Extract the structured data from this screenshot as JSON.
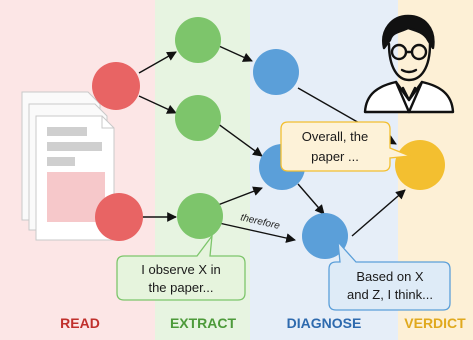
{
  "columns": [
    {
      "id": "read",
      "label": "READ",
      "bg": "#fce6e6",
      "text": "#c0302c"
    },
    {
      "id": "extract",
      "label": "EXTRACT",
      "bg": "#e7f4e1",
      "text": "#4d9a3a"
    },
    {
      "id": "diagnose",
      "label": "DIAGNOSE",
      "bg": "#e6eef8",
      "text": "#2e6aae"
    },
    {
      "id": "verdict",
      "label": "VERDICT",
      "bg": "#fdf0d6",
      "text": "#e0a91e"
    }
  ],
  "colors": {
    "read_node": "#e86464",
    "extract_node": "#7dc56b",
    "diagnose_node": "#5b9fd9",
    "verdict_node": "#f3bf30",
    "bubble_extract_fill": "#e6f4dd",
    "bubble_extract_stroke": "#7dc56b",
    "bubble_diagnose_fill": "#deebf7",
    "bubble_diagnose_stroke": "#5b9fd9",
    "bubble_verdict_fill": "#fdf2d8",
    "bubble_verdict_stroke": "#f3bf30"
  },
  "edge_label": "therefore",
  "bubbles": {
    "extract": [
      "I observe X in",
      "the paper..."
    ],
    "diagnose": [
      "Based on X",
      "and Z, I think..."
    ],
    "verdict": [
      "Overall, the",
      "paper ..."
    ]
  },
  "icons": {
    "document": "paper-stack-icon",
    "reviewer": "reviewer-avatar-icon"
  }
}
